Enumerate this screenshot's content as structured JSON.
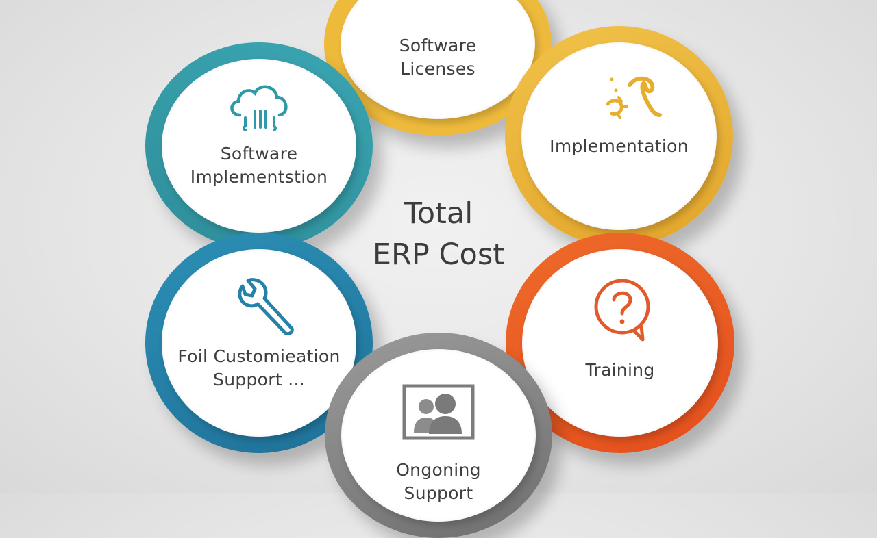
{
  "center": {
    "line1": "Total",
    "line2": "ERP Cost"
  },
  "nodes": {
    "top": {
      "line1": "Software",
      "line2": "Licenses",
      "color": "#eeba3c"
    },
    "tl": {
      "line1": "Software",
      "line2": "Implementstion",
      "icon": "cloud-icon",
      "color": "#3aa5b1"
    },
    "r1": {
      "line1": "Implementation",
      "icon": "tools-icon",
      "color": "#eeb53a"
    },
    "r2": {
      "line1": "Training",
      "icon": "question-bubble-icon",
      "color": "#e85a22"
    },
    "bl": {
      "line1": "Foil Customieation",
      "line2": "Support ...",
      "icon": "wrench-icon",
      "color": "#2a86ad"
    },
    "bottom": {
      "line1": "Ongoning",
      "line2": "Support",
      "icon": "users-screen-icon",
      "color": "#8a8a8a"
    }
  }
}
